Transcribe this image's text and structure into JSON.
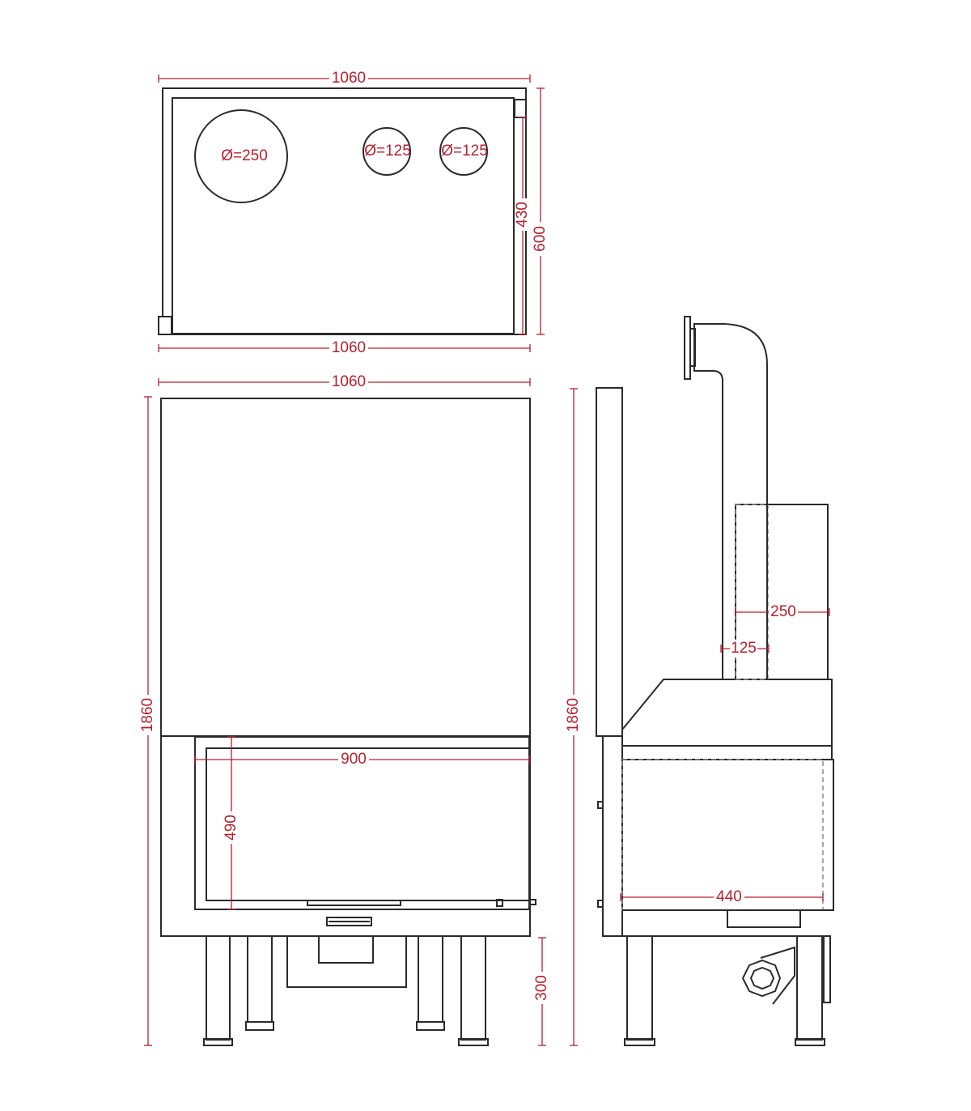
{
  "colors": {
    "outline": "#2a2a2a",
    "dimension": "#b5212e",
    "hidden_edge": "#8a8a8a",
    "background": "#ffffff"
  },
  "top_view": {
    "width_top": "1060",
    "width_bottom": "1060",
    "depth_inner": "430",
    "depth_total": "600",
    "flue_large": "Ø=250",
    "flue_small_1": "Ø=125",
    "flue_small_2": "Ø=125"
  },
  "front_view": {
    "width": "1060",
    "height": "1860",
    "glass_width": "900",
    "glass_height": "490",
    "leg_height": "300"
  },
  "side_view": {
    "height": "1860",
    "duct_width": "250",
    "pipe_width": "125",
    "depth": "440"
  }
}
